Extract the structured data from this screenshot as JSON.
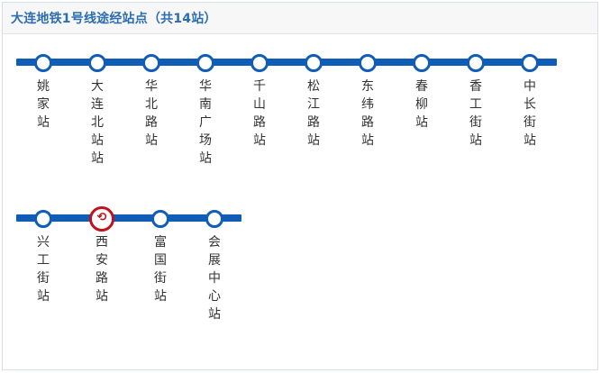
{
  "panel": {
    "title": "大连地铁1号线途经站点（共14站）"
  },
  "row1": {
    "stations": [
      {
        "name": "姚家站"
      },
      {
        "name": "大连北站站"
      },
      {
        "name": "华北路站"
      },
      {
        "name": "华南广场站"
      },
      {
        "name": "千山路站"
      },
      {
        "name": "松江路站"
      },
      {
        "name": "东纬路站"
      },
      {
        "name": "春柳站"
      },
      {
        "name": "香工街站"
      },
      {
        "name": "中长街站"
      }
    ]
  },
  "row2": {
    "stations": [
      {
        "name": "兴工街站"
      },
      {
        "name": "西安路站",
        "current": true,
        "icon": "transfer-icon"
      },
      {
        "name": "富国街站"
      },
      {
        "name": "会展中心站"
      }
    ]
  },
  "colors": {
    "line": "#0f5db6",
    "current": "#c0121a",
    "title": "#2c6db0"
  }
}
